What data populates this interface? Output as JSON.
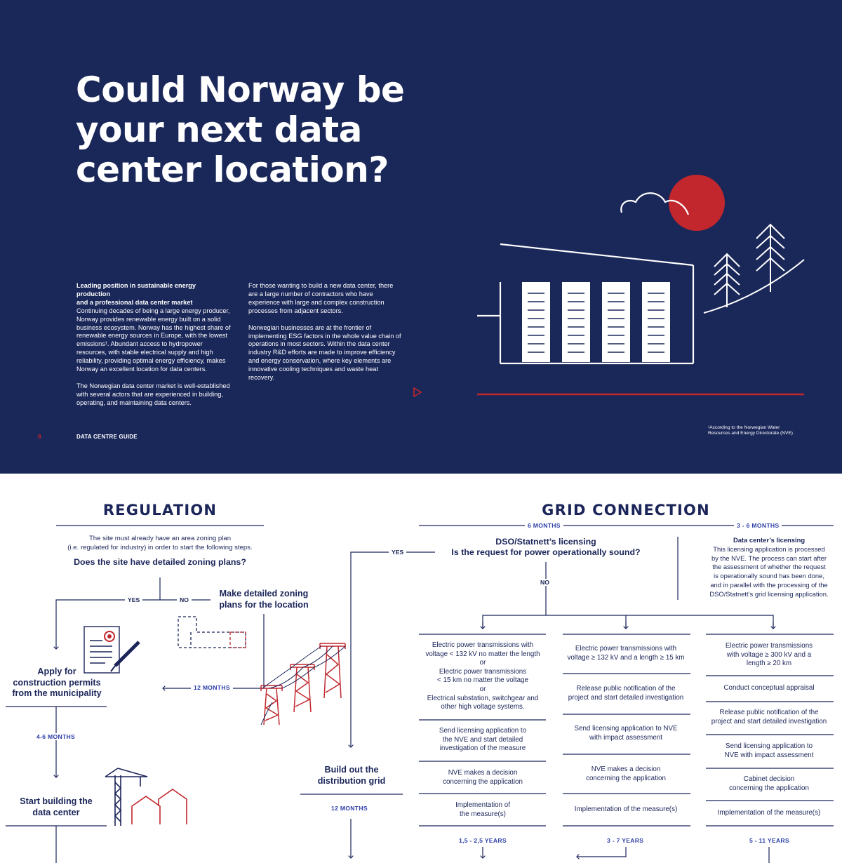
{
  "page1": {
    "headline_lines": [
      "Could Norway be",
      "your next data",
      "center location?"
    ],
    "col1": {
      "heading1": "Leading position in sustainable energy production",
      "heading2": "and a professional data center market",
      "para1": "Continuing decades of being a large energy producer, Norway provides renewable energy built on a solid business ecosystem. Norway has the highest share of renewable energy sources in Europe, with the lowest emissions¹. Abundant access to hydropower resources, with stable electrical supply and high reliability, providing optimal energy efficiency, makes Norway an excellent location for data centers.",
      "para2": "The Norwegian data center market is well-established with several actors that are experienced in building, operating, and maintaining data centers."
    },
    "col2": {
      "para1": "For those wanting to build a new data center, there are a large number of contractors who have experience with large and complex construction processes from adjacent sectors.",
      "para2": "Norwegian businesses are at the frontier of implementing ESG factors in the whole value chain of operations in most sectors. Within the data center industry R&D efforts are made to improve efficiency and energy conservation, where key elements are innovative cooling techniques and waste heat recovery."
    },
    "page_number": "8",
    "guide_label": "DATA CENTRE GUIDE",
    "footnote_lines": [
      "¹According to the Norwegian Water",
      "Resources and Energy Directorate (NVE)"
    ],
    "icons": {
      "play": "play-triangle-icon",
      "illustration": "data-center-building-illustration"
    },
    "colors": {
      "navy": "#1a2759",
      "red": "#c1272d",
      "white": "#ffffff",
      "blue_label": "#2d3fa8"
    }
  },
  "regulation": {
    "title": "REGULATION",
    "intro_line1": "The site must already have an area zoning plan",
    "intro_line2": "(i.e. regulated for industry) in order to start the following steps.",
    "question": "Does the site have detailed zoning plans?",
    "yes_label": "YES",
    "no_label": "NO",
    "zoning_line1": "Make detailed zoning",
    "zoning_line2": "plans for the location",
    "months_12": "12 MONTHS",
    "apply_line1": "Apply for",
    "apply_line2": "construction permits",
    "apply_line3": "from the municipality",
    "months_4_6": "4-6 MONTHS",
    "start_line1": "Start building the",
    "start_line2": "data center"
  },
  "grid": {
    "title": "GRID CONNECTION",
    "months_6": "6 MONTHS",
    "months_3_6": "3 - 6 MONTHS",
    "dso_line1": "DSO/Statnett’s licensing",
    "dso_line2": "Is the request for power operationally sound?",
    "yes_label": "YES",
    "no_label": "NO",
    "dc_licensing_title": "Data center’s licensing",
    "dc_licensing_lines": [
      "This licensing application is processed",
      "by the NVE. The process can start after",
      "the assessment of whether the request",
      "is operationally sound has been done,",
      "and in parallel with the processing of the",
      "DSO/Statnett’s grid licensing application."
    ],
    "build_line1": "Build out the",
    "build_line2": "distribution grid",
    "months_12": "12 MONTHS",
    "col1": {
      "box1": [
        "Electric power transmissions with",
        "voltage < 132 kV no matter the length",
        "or",
        "Electric power transmissions",
        "< 15 km no matter the voltage",
        "or",
        "Electrical substation, switchgear and",
        "other high voltage systems."
      ],
      "box2": [
        "Send licensing application to",
        "the NVE and start detailed",
        "investigation of the measure"
      ],
      "box3": [
        "NVE makes a decision",
        "concerning the application"
      ],
      "box4": [
        "Implementation of",
        "the measure(s)"
      ],
      "duration": "1,5 - 2,5 YEARS"
    },
    "col2": {
      "box1": [
        "Electric power transmissions with",
        "voltage ≥ 132 kV and a length ≥ 15 km"
      ],
      "box2": [
        "Release public notification of the",
        "project and start detailed investigation"
      ],
      "box3": [
        "Send licensing application to NVE",
        "with impact assessment"
      ],
      "box4": [
        "NVE makes a decision",
        "concerning the application"
      ],
      "box5": [
        "Implementation of the measure(s)"
      ],
      "duration": "3 - 7 YEARS"
    },
    "col3": {
      "box1": [
        "Electric power transmissions",
        "with voltage ≥ 300 kV and a",
        "length ≥ 20 km"
      ],
      "box2": [
        "Conduct conceptual appraisal"
      ],
      "box3": [
        "Release public notification of the",
        "project and start detailed investigation"
      ],
      "box4": [
        "Send licensing application to",
        "NVE with impact assessment"
      ],
      "box5": [
        "Cabinet decision",
        "concerning the application"
      ],
      "box6": [
        "Implementation of the measure(s)"
      ],
      "duration": "5 - 11 YEARS"
    }
  }
}
